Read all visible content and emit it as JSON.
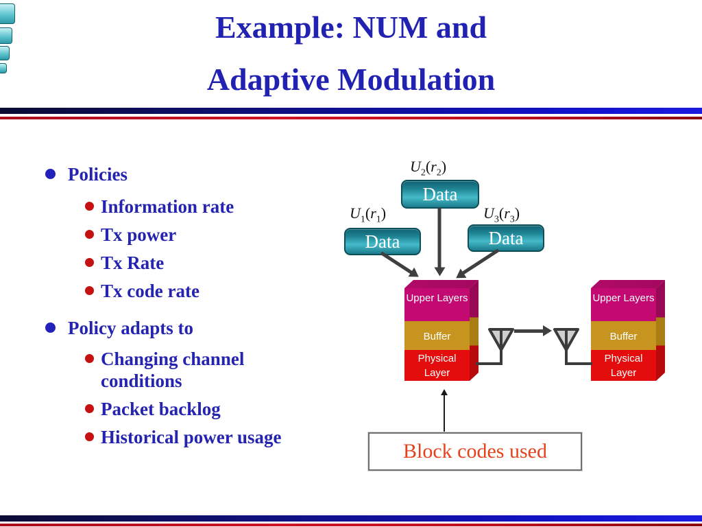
{
  "slide": {
    "title": {
      "line1": "Example: NUM and",
      "line2": "Adaptive Modulation"
    },
    "bullets": {
      "groups": [
        {
          "heading": "Policies",
          "items": [
            "Information rate",
            "Tx power",
            "Tx Rate",
            "Tx code rate"
          ]
        },
        {
          "heading": "Policy adapts to",
          "items": [
            "Changing channel conditions",
            "Packet backlog",
            "Historical power usage"
          ]
        }
      ]
    },
    "diagram": {
      "utility_labels": [
        {
          "fn": "U",
          "sub": "1",
          "open": "(",
          "arg": "r",
          "close": ")"
        },
        {
          "fn": "U",
          "sub": "2",
          "open": "(",
          "arg": "r",
          "close": ")"
        },
        {
          "fn": "U",
          "sub": "3",
          "open": "(",
          "arg": "r",
          "close": ")"
        }
      ],
      "data_boxes": [
        "Data",
        "Data",
        "Data"
      ],
      "stack_layers": {
        "upper": "Upper Layers",
        "buffer": "Buffer",
        "physical": "Physical Layer"
      },
      "annotation": "Block codes used"
    },
    "colors": {
      "title_blue": "#2222b2",
      "bullet_sub_red": "#c51111",
      "layer_upper_magenta": "#c30a72",
      "layer_buffer_gold": "#c79420",
      "layer_physical_red": "#e30d0d",
      "data_box_teal": "#2f9fae",
      "arrow_gray": "#3f3f3f",
      "annotation_red": "#e5421c",
      "divider_blue": "#1212c8",
      "divider_red": "#c01020"
    }
  }
}
